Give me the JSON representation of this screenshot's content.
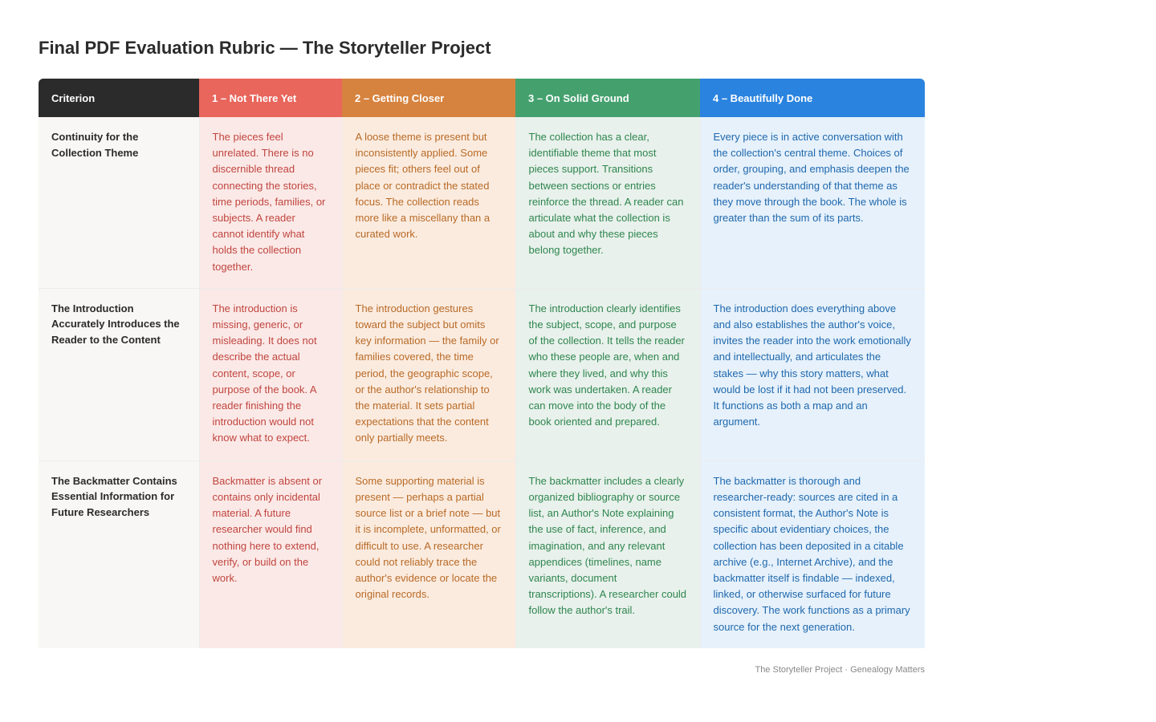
{
  "title": "Final PDF Evaluation Rubric — The Storyteller Project",
  "headers": {
    "criterion": "Criterion",
    "level1": "1 – Not There Yet",
    "level2": "2 – Getting Closer",
    "level3": "3 – On Solid Ground",
    "level4": "4 – Beautifully Done"
  },
  "colors": {
    "criterion_header": "#2b2b2b",
    "level1": "#e8665c",
    "level2": "#d6833f",
    "level3": "#44a16e",
    "level4": "#2a83df"
  },
  "rows": [
    {
      "criterion": "Continuity for the Collection Theme",
      "level1": "The pieces feel unrelated. There is no discernible thread connecting the stories, time periods, families, or subjects. A reader cannot identify what holds the collection together.",
      "level2": "A loose theme is present but inconsistently applied. Some pieces fit; others feel out of place or contradict the stated focus. The collection reads more like a miscellany than a curated work.",
      "level3": "The collection has a clear, identifiable theme that most pieces support. Transitions between sections or entries reinforce the thread. A reader can articulate what the collection is about and why these pieces belong together.",
      "level4": "Every piece is in active conversation with the collection's central theme. Choices of order, grouping, and emphasis deepen the reader's understanding of that theme as they move through the book. The whole is greater than the sum of its parts."
    },
    {
      "criterion": "The Introduction Accurately Introduces the Reader to the Content",
      "level1": "The introduction is missing, generic, or misleading. It does not describe the actual content, scope, or purpose of the book. A reader finishing the introduction would not know what to expect.",
      "level2": "The introduction gestures toward the subject but omits key information — the family or families covered, the time period, the geographic scope, or the author's relationship to the material. It sets partial expectations that the content only partially meets.",
      "level3": "The introduction clearly identifies the subject, scope, and purpose of the collection. It tells the reader who these people are, when and where they lived, and why this work was undertaken. A reader can move into the body of the book oriented and prepared.",
      "level4": "The introduction does everything above and also establishes the author's voice, invites the reader into the work emotionally and intellectually, and articulates the stakes — why this story matters, what would be lost if it had not been preserved. It functions as both a map and an argument."
    },
    {
      "criterion": "The Backmatter Contains Essential Information for Future Researchers",
      "level1": "Backmatter is absent or contains only incidental material. A future researcher would find nothing here to extend, verify, or build on the work.",
      "level2": "Some supporting material is present — perhaps a partial source list or a brief note — but it is incomplete, unformatted, or difficult to use. A researcher could not reliably trace the author's evidence or locate the original records.",
      "level3": "The backmatter includes a clearly organized bibliography or source list, an Author's Note explaining the use of fact, inference, and imagination, and any relevant appendices (timelines, name variants, document transcriptions). A researcher could follow the author's trail.",
      "level4": "The backmatter is thorough and researcher-ready: sources are cited in a consistent format, the Author's Note is specific about evidentiary choices, the collection has been deposited in a citable archive (e.g., Internet Archive), and the backmatter itself is findable — indexed, linked, or otherwise surfaced for future discovery. The work functions as a primary source for the next generation."
    }
  ],
  "footer": "The Storyteller Project · Genealogy Matters"
}
